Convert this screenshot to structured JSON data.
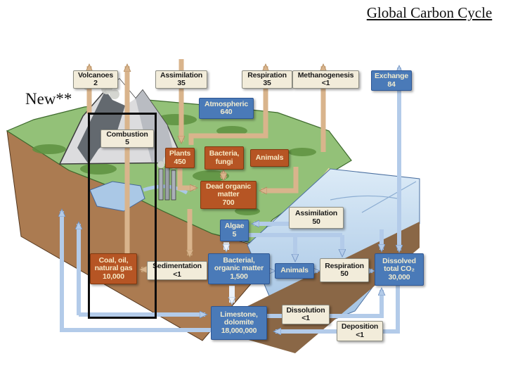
{
  "slide": {
    "title": "Global Carbon Cycle",
    "annotation": "New**"
  },
  "diagram": {
    "boxes": {
      "volcanoes": {
        "label": "Volcanoes",
        "value": "2"
      },
      "assimilation_air": {
        "label": "Assimilation",
        "value": "35"
      },
      "respiration_air": {
        "label": "Respiration",
        "value": "35"
      },
      "methanogenesis": {
        "label": "Methanogenesis",
        "value": "<1"
      },
      "exchange": {
        "label": "Exchange",
        "value": "84"
      },
      "atmospheric": {
        "label": "Atmospheric",
        "value": "640"
      },
      "combustion": {
        "label": "Combustion",
        "value": "5"
      },
      "plants": {
        "label": "Plants",
        "value": "450"
      },
      "bacteria_fungi": {
        "line1": "Bacteria,",
        "line2": "fungi"
      },
      "animals_land": {
        "label": "Animals"
      },
      "dead_organic": {
        "line1": "Dead organic",
        "line2": "matter",
        "value": "700"
      },
      "assimilation_sea": {
        "label": "Assimilation",
        "value": "50"
      },
      "algae": {
        "label": "Algae",
        "value": "5"
      },
      "coal": {
        "line1": "Coal, oil,",
        "line2": "natural gas",
        "value": "10,000"
      },
      "sedimentation": {
        "label": "Sedimentation",
        "value": "<1"
      },
      "bacterial_om": {
        "line1": "Bacterial,",
        "line2": "organic matter",
        "value": "1,500"
      },
      "animals_sea": {
        "label": "Animals"
      },
      "respiration_sea": {
        "label": "Respiration",
        "value": "50"
      },
      "dissolved_co2": {
        "line1": "Dissolved",
        "line2": "total CO₂",
        "value": "30,000"
      },
      "limestone": {
        "line1": "Limestone,",
        "line2": "dolomite",
        "value": "18,000,000"
      },
      "dissolution": {
        "label": "Dissolution",
        "value": "<1"
      },
      "deposition": {
        "label": "Deposition",
        "value": "<1"
      }
    },
    "colors": {
      "box_cream": "#f2ecda",
      "box_orange": "#b65524",
      "box_blue": "#4a7ab8",
      "arrow_tan": "#d9b48c",
      "arrow_blue": "#b3cbe9",
      "highlight_rect": "#0d0d0d",
      "land_green": "#93c178",
      "soil_brown": "#ab7b51",
      "ocean_blue": "#a3c3e3"
    }
  }
}
